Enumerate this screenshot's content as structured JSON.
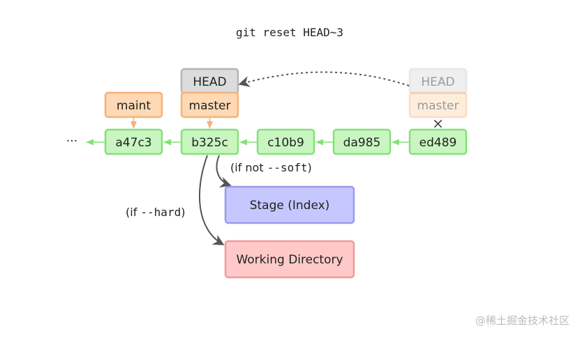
{
  "title": "git reset HEAD~3",
  "ellipsis": "···",
  "commits": [
    "a47c3",
    "b325c",
    "c10b9",
    "da985",
    "ed489"
  ],
  "refs": {
    "maint": "maint",
    "master": "master",
    "head": "HEAD",
    "old_head": "HEAD",
    "old_master": "master",
    "removed_mark": "×"
  },
  "areas": {
    "stage": "Stage (Index)",
    "working": "Working Directory"
  },
  "conditions": {
    "not_soft_prefix": "(if not ",
    "not_soft_flag": "--soft",
    "not_soft_suffix": ")",
    "hard_prefix": "(if ",
    "hard_flag": "--hard",
    "hard_suffix": ")"
  },
  "colors": {
    "commit_fill": "#c8f5c0",
    "commit_stroke": "#86e07a",
    "branch_fill": "#ffd9b3",
    "branch_stroke": "#f4b27a",
    "head_fill": "#dcdcdc",
    "head_stroke": "#b5b5b5",
    "stage_fill": "#c7c7ff",
    "stage_stroke": "#9a9af0",
    "working_fill": "#ffc9c9",
    "working_stroke": "#f09a9a",
    "arrow_gray": "#555555"
  },
  "watermark": "@稀土掘金技术社区"
}
